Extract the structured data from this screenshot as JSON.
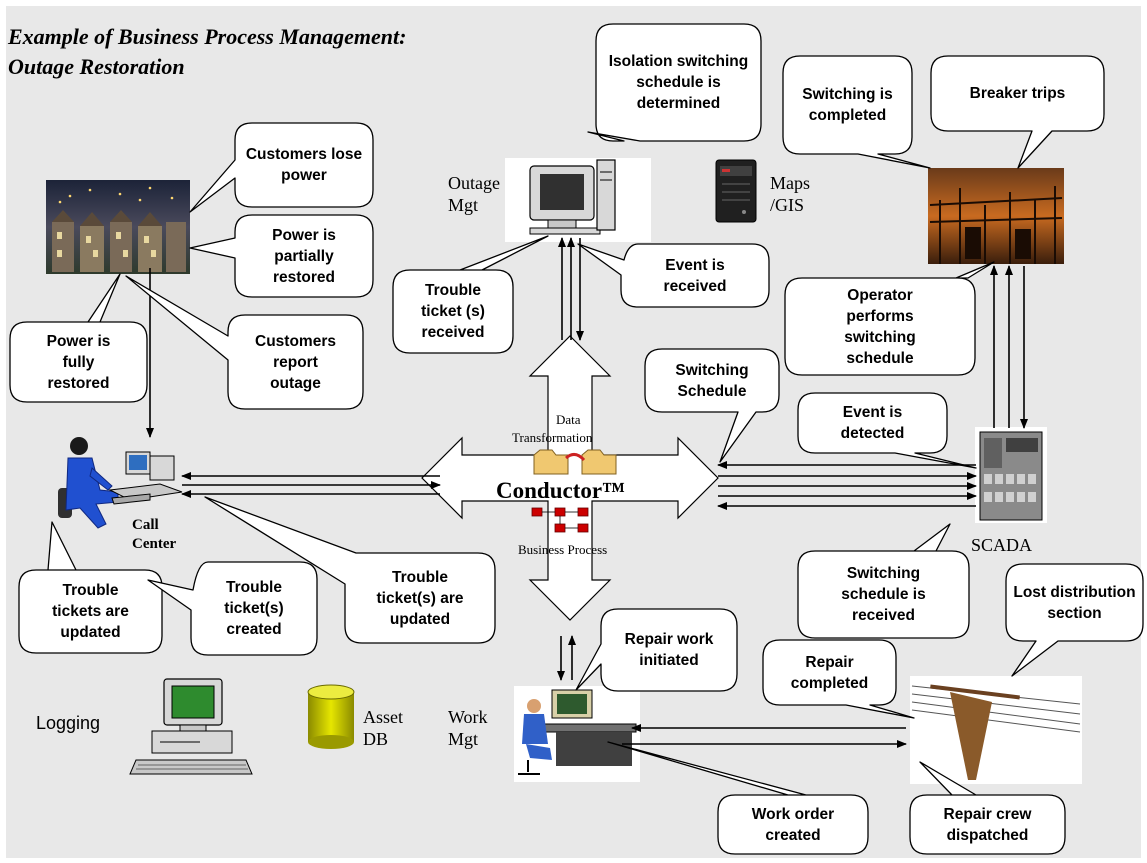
{
  "title": {
    "line1": "Example of Business Process Management:",
    "line2": "Outage Restoration"
  },
  "center": {
    "data_transformation": "Data Transformation",
    "conductor": "Conductor™",
    "business_process": "Business Process"
  },
  "systems": {
    "outage_mgt": {
      "line1": "Outage",
      "line2": "Mgt"
    },
    "maps_gis": {
      "line1": "Maps",
      "line2": "/GIS"
    },
    "scada": "SCADA",
    "call_center": {
      "line1": "Call",
      "line2": "Center"
    },
    "logging": "Logging",
    "asset_db": {
      "line1": "Asset",
      "line2": "DB"
    },
    "work_mgt": {
      "line1": "Work",
      "line2": "Mgt"
    }
  },
  "callouts": {
    "isolation": "Isolation switching schedule is determined",
    "switching_completed": "Switching is completed",
    "breaker_trips": "Breaker trips",
    "customers_lose_power": "Customers lose power",
    "power_partially": "Power is partially restored",
    "power_fully": "Power is fully restored",
    "customers_report": "Customers report outage",
    "trouble_ticket_received": "Trouble ticket (s) received",
    "event_received": "Event is received",
    "operator_performs": "Operator performs switching schedule",
    "switching_schedule": "Switching Schedule",
    "event_detected": "Event is detected",
    "trouble_tickets_updated": "Trouble tickets are updated",
    "trouble_ticket_created": "Trouble ticket(s) created",
    "trouble_ticket_are_updated": "Trouble ticket(s) are updated",
    "switching_schedule_received": "Switching schedule is received",
    "lost_distribution": "Lost distribution section",
    "repair_work_initiated": "Repair work initiated",
    "repair_completed": "Repair completed",
    "work_order_created": "Work order created",
    "repair_crew_dispatched": "Repair crew dispatched"
  },
  "colors": {
    "background": "#e8e8e8",
    "monitor_green": "#2e8b2e",
    "db_yellow": "#d8d800",
    "diagram_red": "#cc0000",
    "arrow_fill": "#ffffff"
  }
}
